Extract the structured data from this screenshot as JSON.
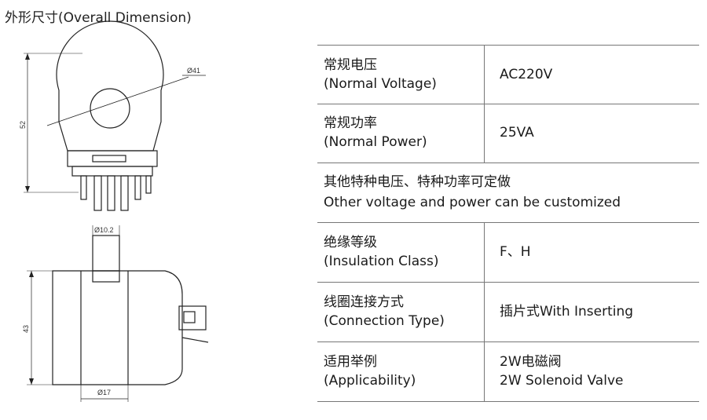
{
  "title": "外形尺寸(Overall Dimension)",
  "dimensions": {
    "diameter_41": "Ø41",
    "height_52": "52",
    "diameter_10_2": "Ø10.2",
    "height_43": "43",
    "diameter_17": "Ø17"
  },
  "spec_rows": [
    {
      "label_cn": "常规电压",
      "label_en": "(Normal Voltage)",
      "value": "AC220V"
    },
    {
      "label_cn": "常规功率",
      "label_en": "(Normal Power)",
      "value": "25VA"
    },
    {
      "full_cn": "其他特种电压、特种功率可定做",
      "full_en": "Other voltage and power can be customized"
    },
    {
      "label_cn": "绝缘等级",
      "label_en": "(Insulation Class)",
      "value": "F、H"
    },
    {
      "label_cn": "线圈连接方式",
      "label_en": "(Connection Type)",
      "value": "插片式With Inserting"
    },
    {
      "label_cn": "适用举例",
      "label_en": "(Applicability)",
      "value_line1": "2W电磁阀",
      "value_line2": "2W Solenoid Valve"
    }
  ]
}
